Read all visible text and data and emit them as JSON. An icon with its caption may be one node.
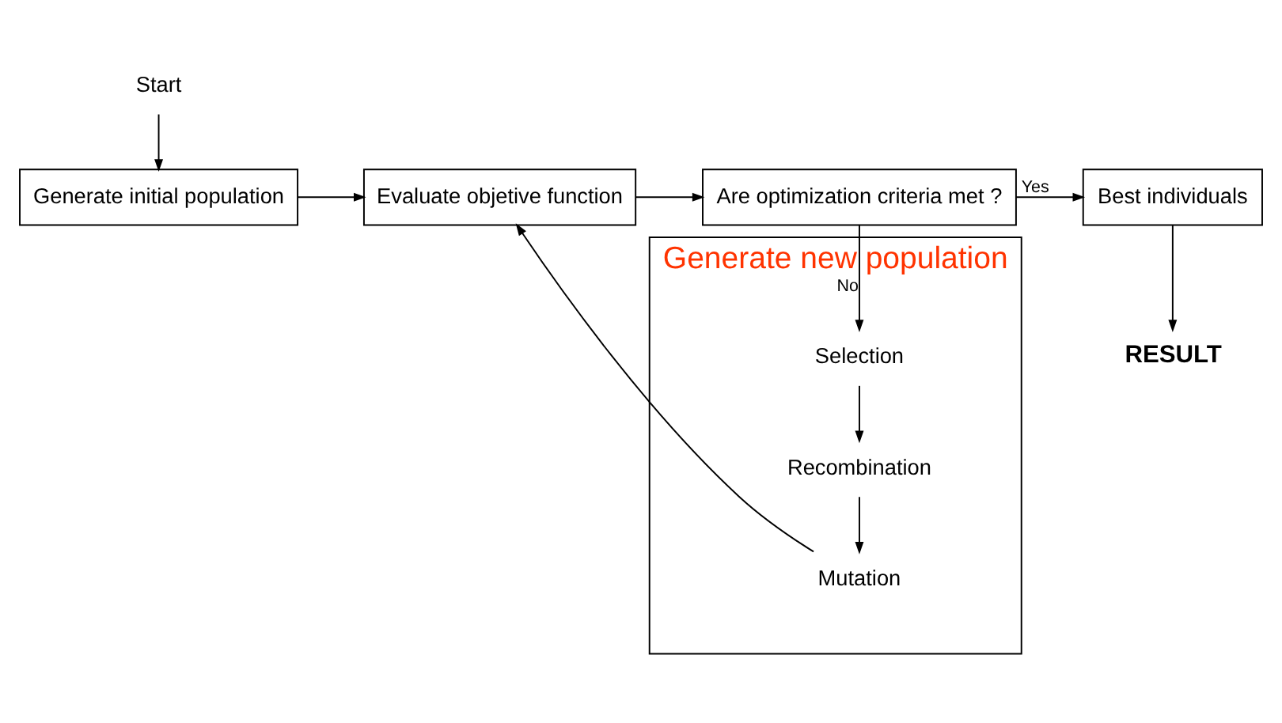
{
  "diagram": {
    "nodes": [
      {
        "text": [
          "Generate initial population"
        ]
      },
      {
        "text": [
          "Evaluate objetive function"
        ]
      },
      {
        "text": [
          "Are optimization criteria met ?"
        ]
      },
      {
        "text": [
          "Best individuals"
        ]
      },
      {
        "text": [
          "Start"
        ]
      },
      {
        "text": [
          "RESULT"
        ]
      },
      {
        "text": [
          "Generate new population"
        ]
      },
      {
        "text": [
          "Selection"
        ],
        "in": 6
      },
      {
        "text": [
          "Recombination"
        ],
        "in": 6
      },
      {
        "text": [
          "Mutation"
        ],
        "in": 6
      }
    ],
    "edges": [
      {
        "from": 4,
        "to": 0,
        "arrow": "to"
      },
      {
        "from": 0,
        "to": 1,
        "arrow": "to"
      },
      {
        "from": 1,
        "to": 2,
        "arrow": "to"
      },
      {
        "from": 2,
        "to": 3,
        "arrow": "to",
        "label": "Yes"
      },
      {
        "from": 3,
        "to": 5,
        "arrow": "to"
      },
      {
        "from": 2,
        "to": 7,
        "arrow": "to",
        "label": "No"
      },
      {
        "from": 7,
        "to": 8,
        "arrow": "to"
      },
      {
        "from": 8,
        "to": 9,
        "arrow": "to"
      },
      {
        "from": 9,
        "to": 1,
        "arrow": "to"
      }
    ]
  }
}
